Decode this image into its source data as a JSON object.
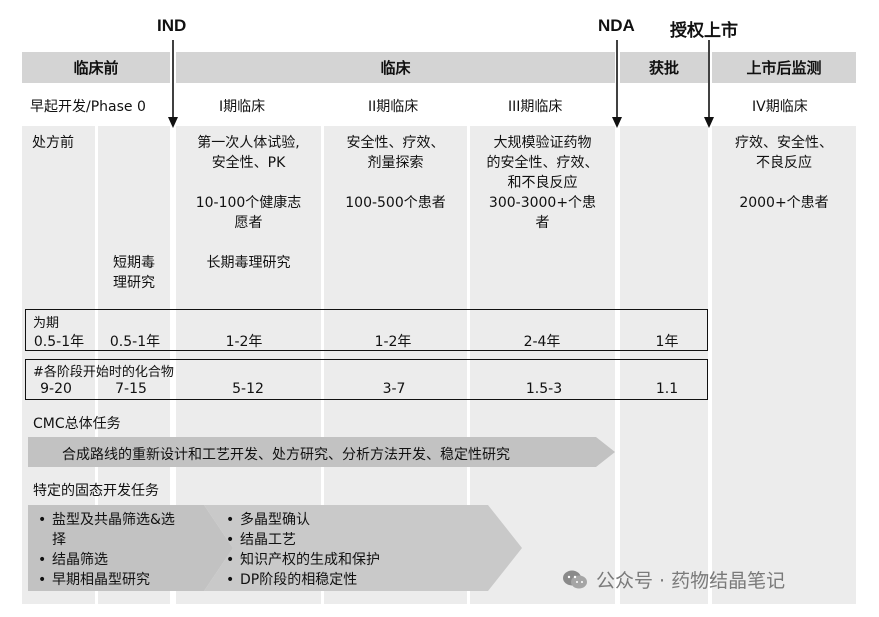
{
  "milestones": {
    "ind": "IND",
    "nda": "NDA",
    "approval_market": "授权上市"
  },
  "headers": {
    "preclinical": "临床前",
    "clinical": "临床",
    "approval": "获批",
    "post_market": "上市后监测"
  },
  "phases": {
    "early": "早起开发/Phase 0",
    "p1": "I期临床",
    "p2": "II期临床",
    "p3": "III期临床",
    "p4": "IV期临床"
  },
  "columns": {
    "formulation": "处方前",
    "short_tox": [
      "短期毒",
      "理研究"
    ],
    "p1": [
      "第一次人体试验,",
      "安全性、PK",
      "",
      "10-100个健康志",
      "愿者",
      "",
      "长期毒理研究"
    ],
    "p2": [
      "安全性、疗效、",
      "剂量探索",
      "",
      "100-500个患者"
    ],
    "p3": [
      "大规模验证药物",
      "的安全性、疗效、",
      "和不良反应",
      "300-3000+个患",
      "者"
    ],
    "p4": [
      "疗效、安全性、",
      "不良反应",
      "",
      "2000+个患者"
    ]
  },
  "duration": {
    "label": "为期",
    "values": [
      "0.5-1年",
      "0.5-1年",
      "1-2年",
      "1-2年",
      "2-4年",
      "1年"
    ]
  },
  "compounds": {
    "label": "#各阶段开始时的化合物",
    "values": [
      "9-20",
      "7-15",
      "5-12",
      "3-7",
      "1.5-3",
      "1.1"
    ]
  },
  "cmc": {
    "title": "CMC总体任务",
    "arrow_text": "合成路线的重新设计和工艺开发、处方研究、分析方法开发、稳定性研究"
  },
  "solid_state": {
    "title": "特定的固态开发任务",
    "left_items": [
      "盐型及共晶筛选&选择",
      "结晶筛选",
      "早期相晶型研究"
    ],
    "right_items": [
      "多晶型确认",
      "结晶工艺",
      "知识产权的生成和保护",
      "DP阶段的相稳定性"
    ]
  },
  "watermark": "公众号 · 药物结晶笔记",
  "colors": {
    "header_bg": "#d4d4d4",
    "column_bg": "#ececec",
    "arrow_bg": "#c2c2c2",
    "watermark": "#7a7a7a"
  }
}
